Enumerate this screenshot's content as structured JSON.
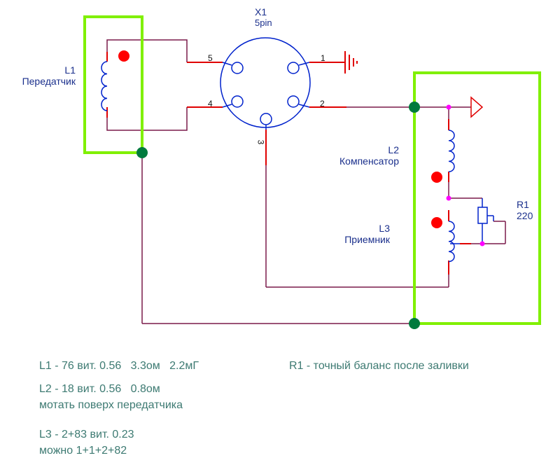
{
  "diagram": {
    "title": "Transmitter / compensator / receiver coil wiring",
    "colors": {
      "wire": "#7a1a4a",
      "pin_wire": "#e00000",
      "component": "#0022cc",
      "group_box": "#80f000",
      "junction": "#007a3d",
      "node": "#ff00ff",
      "polarity_dot": "#ff0000",
      "note_text": "#3d7a72",
      "label_text": "#1a2f8c"
    },
    "components": {
      "l1": {
        "ref": "L1",
        "name": "Передатчик"
      },
      "x1": {
        "ref": "X1",
        "name": "5pin",
        "pins": [
          "1",
          "2",
          "3",
          "4",
          "5"
        ]
      },
      "l2": {
        "ref": "L2",
        "name": "Компенсатор"
      },
      "l3": {
        "ref": "L3",
        "name": "Приемник"
      },
      "r1": {
        "ref": "R1",
        "value": "220"
      }
    },
    "symbols": {
      "ground": "ground-icon",
      "output_port": "output-port-icon"
    }
  },
  "notes": {
    "l1": "L1 - 76 вит. 0.56   3.3ом   2.2мГ",
    "r1": "R1 - точный баланс после заливки",
    "l2": "L2 - 18 вит. 0.56   0.8ом",
    "l2_extra": "мотать поверх передатчика",
    "l3": "L3 - 2+83 вит. 0.23",
    "l3_extra": "можно 1+1+2+82"
  }
}
